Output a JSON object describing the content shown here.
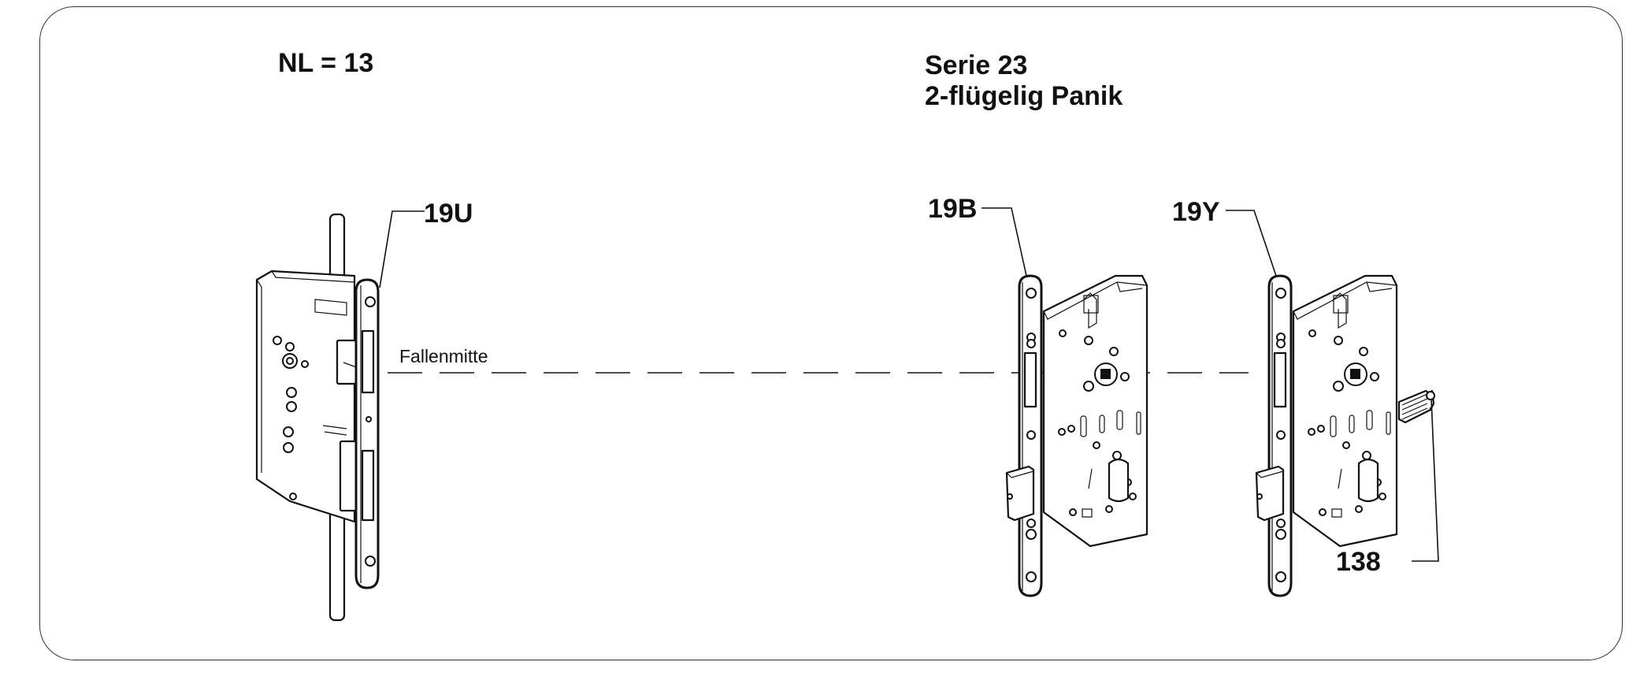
{
  "diagram": {
    "left_title": "NL = 13",
    "right_title_line1": "Serie 23",
    "right_title_line2": "2-flügelig Panik",
    "centerline_label": "Fallenmitte",
    "callouts": {
      "lock_left": "19U",
      "lock_middle": "19B",
      "lock_right": "19Y",
      "accessory": "138"
    }
  }
}
